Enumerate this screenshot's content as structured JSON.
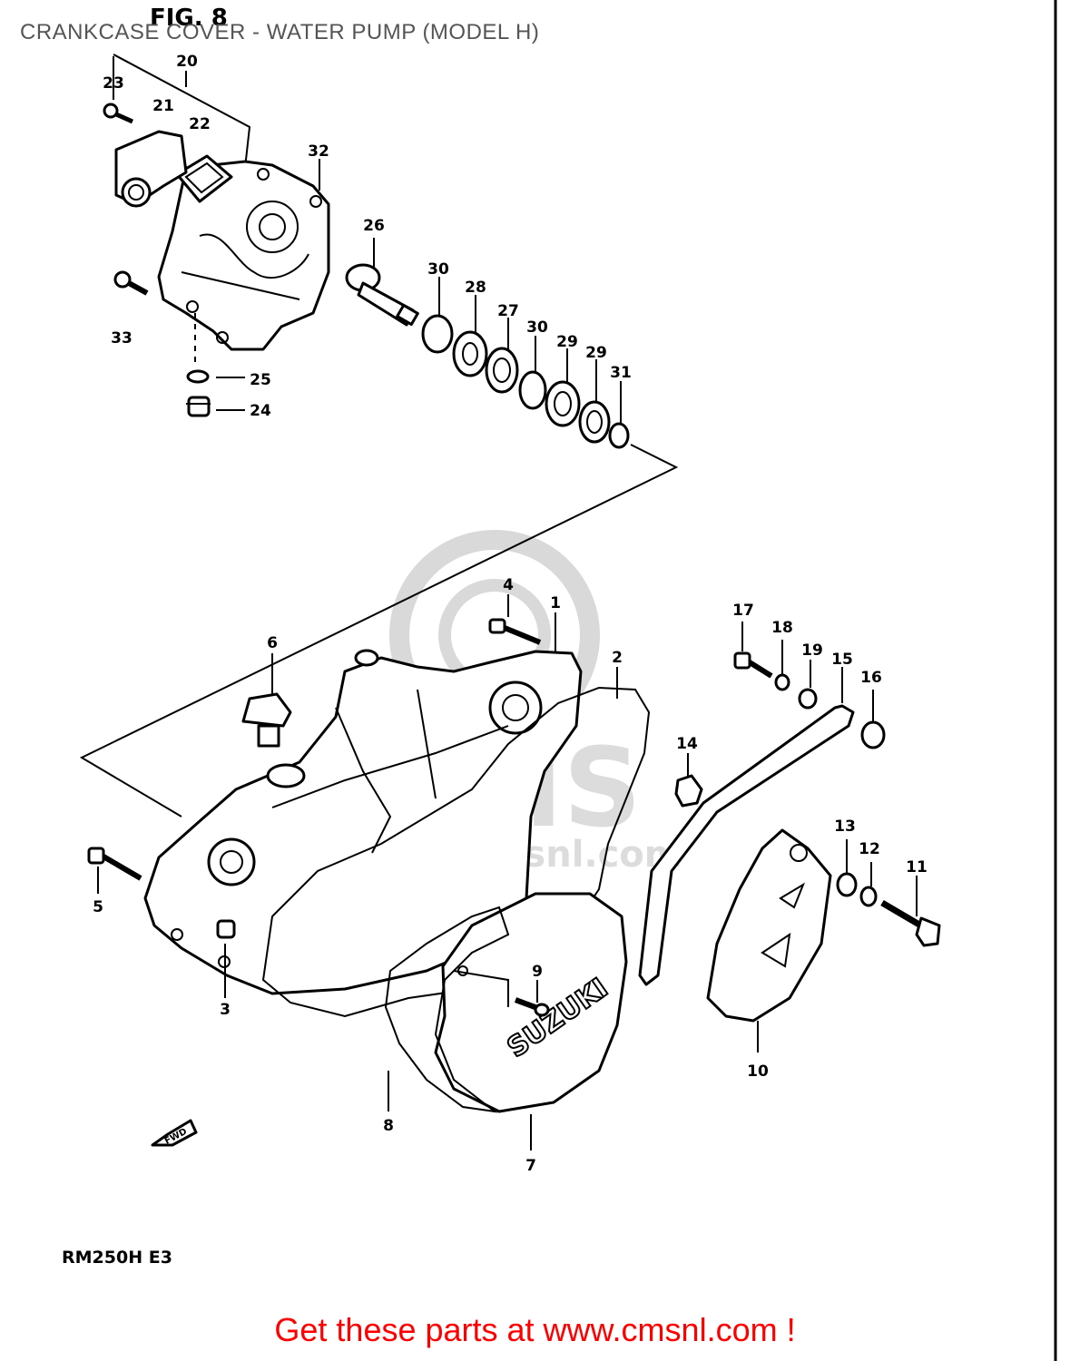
{
  "title": "CRANKCASE COVER - WATER PUMP (MODEL H)",
  "figure_label": "FIG. 8",
  "model_code": "RM250H E3",
  "footer_link": "Get these parts at www.cmsnl.com !",
  "watermark": {
    "text": "CMS",
    "url": "www.cmsnl.com"
  },
  "stamped_text": {
    "cover_logo": "SUZUKI",
    "direction_arrow": "FWD"
  },
  "callouts": [
    "1",
    "2",
    "3",
    "4",
    "5",
    "6",
    "7",
    "8",
    "9",
    "10",
    "11",
    "12",
    "13",
    "14",
    "15",
    "16",
    "17",
    "18",
    "19",
    "20",
    "21",
    "22",
    "23",
    "24",
    "25",
    "26",
    "27",
    "28",
    "29",
    "29",
    "30",
    "30",
    "31",
    "32",
    "33"
  ],
  "colors": {
    "title": "#555555",
    "footer": "#ff0000",
    "lines": "#000000",
    "watermark": "#d9d9d9"
  }
}
